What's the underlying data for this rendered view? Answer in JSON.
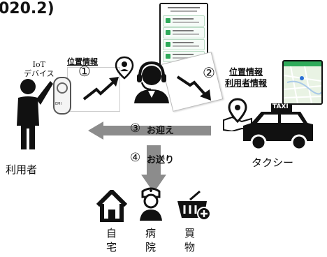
{
  "header": {
    "year_fragment": "020.2)"
  },
  "labels": {
    "iot_device": "IoT\nデバイス",
    "location_info_left": "位置情報",
    "location_info_right": "位置情報",
    "user_info": "利用者情報",
    "step1": "①",
    "step2": "②",
    "step3_num": "③",
    "pickup": "お迎え",
    "step4_num": "④",
    "dropoff": "お送り",
    "user": "利用者",
    "taxi": "タクシー",
    "taxi_sign": "TAXI",
    "device_button": "EMI"
  },
  "destinations": [
    {
      "label": "自\n宅",
      "icon": "home-icon"
    },
    {
      "label": "病\n院",
      "icon": "nurse-icon"
    },
    {
      "label": "買\n物",
      "icon": "shopping-basket-icon"
    }
  ],
  "colors": {
    "ink": "#111111",
    "arrow_gray": "#8c8c8c",
    "app_green": "#2faa5a",
    "map_green": "#dff0d8"
  }
}
